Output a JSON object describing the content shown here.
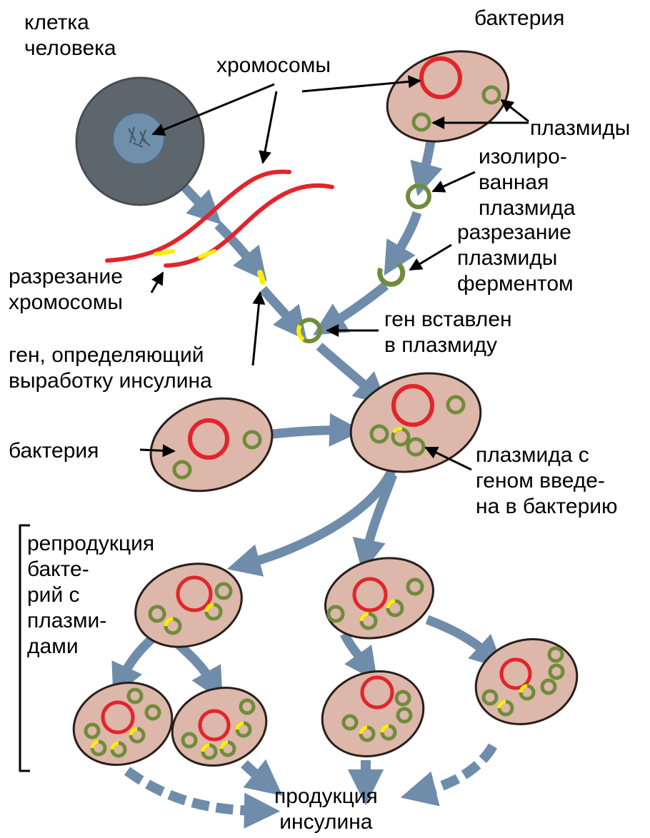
{
  "labels": {
    "human_cell": [
      "клетка",
      "человека"
    ],
    "bacterium_top": "бактерия",
    "chromosomes": "хромосомы",
    "plasmids": "плазмиды",
    "isolated_plasmid": [
      "изолиро-",
      "ванная",
      "плазмида"
    ],
    "plasmid_cut": [
      "разрезание",
      "плазмиды",
      "ферментом"
    ],
    "chromosome_cut": [
      "разрезание",
      "хромосомы"
    ],
    "gene_inserted": [
      "ген вставлен",
      "в плазмиду"
    ],
    "insulin_gene": [
      "ген, определяющий",
      "выработку инсулина"
    ],
    "bacterium_mid": "бактерия",
    "plasmid_introduced": [
      "плазмида с",
      "геном введе-",
      "на в бактерию"
    ],
    "reproduction": [
      "репродукция",
      "бакте-",
      "рий с",
      "плазми-",
      "дами"
    ],
    "insulin_production": [
      "продукция",
      "инсулина"
    ]
  },
  "colors": {
    "cell_gray": "#5e666d",
    "nucleus_blue": "#6f8fab",
    "bacterium_fill": "#dcb7aa",
    "chromosome_red": "#e3242b",
    "plasmid_green": "#6f8c3b",
    "gene_yellow": "#ffee00",
    "arrow_blue": "#6f8dab"
  }
}
